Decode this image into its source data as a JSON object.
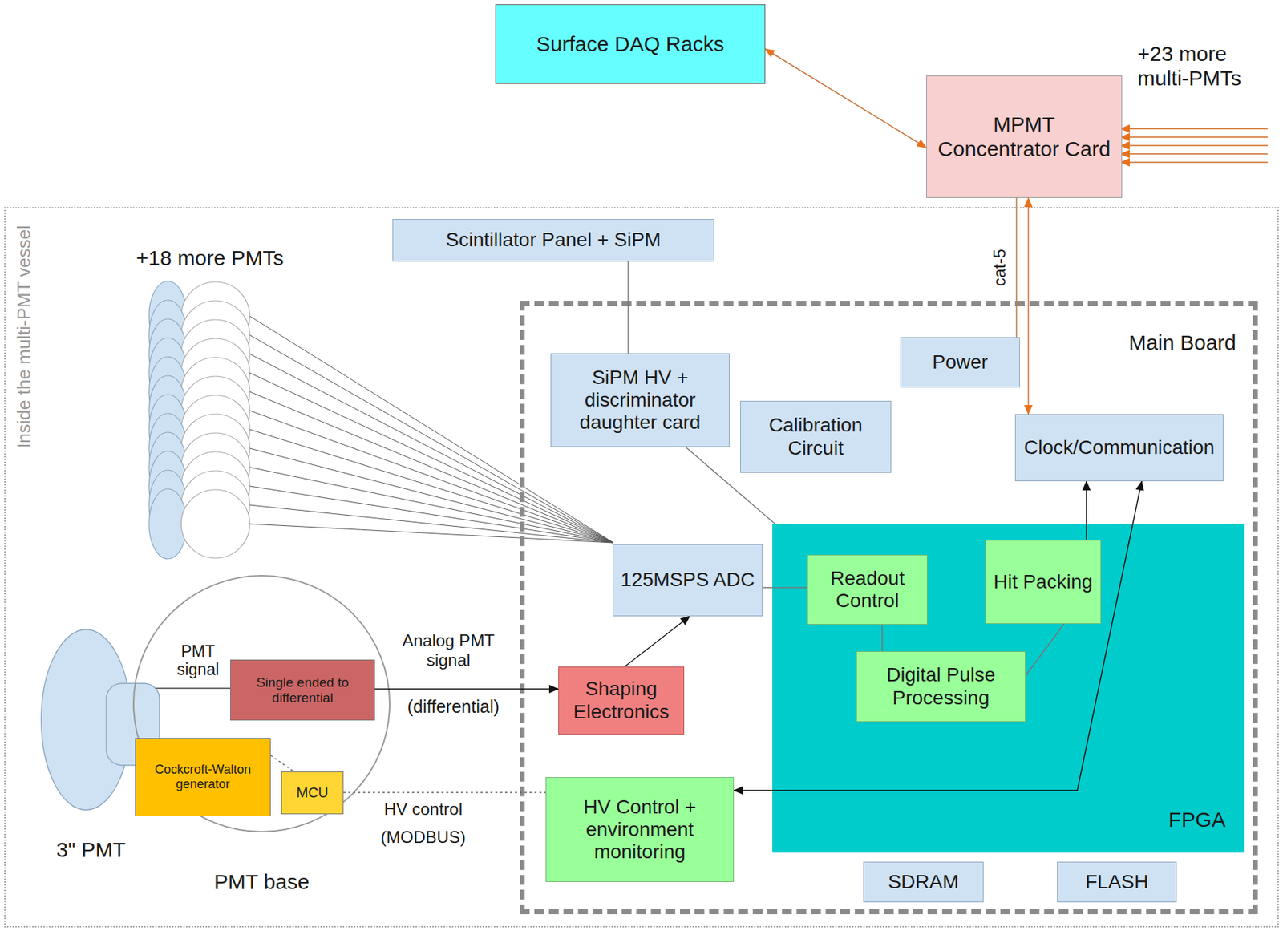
{
  "diagram": {
    "nodes": [
      {
        "text": [
          "Surface DAQ Racks"
        ]
      },
      {
        "text": [
          "MPMT Concentrator Card"
        ]
      },
      {
        "text": [
          "Inside the multi-PMT vessel"
        ]
      },
      {
        "text": [
          "Scintillator Panel + SiPM"
        ],
        "in": 2
      },
      {
        "text": [
          "Main Board"
        ],
        "in": 2
      },
      {
        "text": [
          "SiPM HV + discriminator daughter card"
        ],
        "in": 4
      },
      {
        "text": [
          "Calibration Circuit"
        ],
        "in": 4
      },
      {
        "text": [
          "Power"
        ],
        "in": 4
      },
      {
        "text": [
          "Clock/Communication"
        ],
        "in": 4
      },
      {
        "text": [
          "FPGA"
        ],
        "in": 4
      },
      {
        "text": [
          "125MSPS ADC"
        ],
        "in": 4
      },
      {
        "text": [
          "Readout Control"
        ],
        "in": 9
      },
      {
        "text": [
          "Hit Packing"
        ],
        "in": 9
      },
      {
        "text": [
          "Digital Pulse Processing"
        ],
        "in": 9
      },
      {
        "text": [
          "Shaping Electronics"
        ],
        "in": 4
      },
      {
        "text": [
          "HV Control + environment monitoring"
        ],
        "in": 4
      },
      {
        "text": [
          "SDRAM"
        ],
        "in": 4
      },
      {
        "text": [
          "FLASH"
        ],
        "in": 4
      },
      {
        "text": [
          "PMT base"
        ],
        "in": 2
      },
      {
        "text": [
          "Single ended to differential"
        ],
        "in": 18
      },
      {
        "text": [
          "Cockcroft-Walton generator"
        ],
        "in": 18
      },
      {
        "text": [
          "MCU"
        ],
        "in": 18
      }
    ],
    "edges": [
      {
        "from": 0,
        "to": 1,
        "arrow": "both"
      },
      {
        "from": 1,
        "to": 7,
        "arrow": "none",
        "label": "cat-5"
      },
      {
        "from": 1,
        "to": 8,
        "arrow": "both"
      },
      {
        "from": 3,
        "to": 5,
        "arrow": "none"
      },
      {
        "from": 5,
        "to": 9,
        "arrow": "none"
      },
      {
        "from": 10,
        "to": 11,
        "arrow": "none"
      },
      {
        "from": 11,
        "to": 13,
        "arrow": "none"
      },
      {
        "from": 13,
        "to": 12,
        "arrow": "none"
      },
      {
        "from": 12,
        "to": 8,
        "arrow": "to"
      },
      {
        "from": 14,
        "to": 10,
        "arrow": "to"
      },
      {
        "from": 19,
        "to": 14,
        "arrow": "to"
      },
      {
        "from": 15,
        "to": 8,
        "arrow": "both"
      },
      {
        "from": 21,
        "to": 15,
        "arrow": "none"
      },
      {
        "from": 20,
        "to": 21,
        "arrow": "none"
      }
    ],
    "labels": [
      "+23 more multi-PMTs",
      "+18 more PMTs",
      "3\" PMT",
      "PMT signal",
      "Analog PMT signal",
      "(differential)",
      "HV control",
      "(MODBUS)"
    ]
  }
}
